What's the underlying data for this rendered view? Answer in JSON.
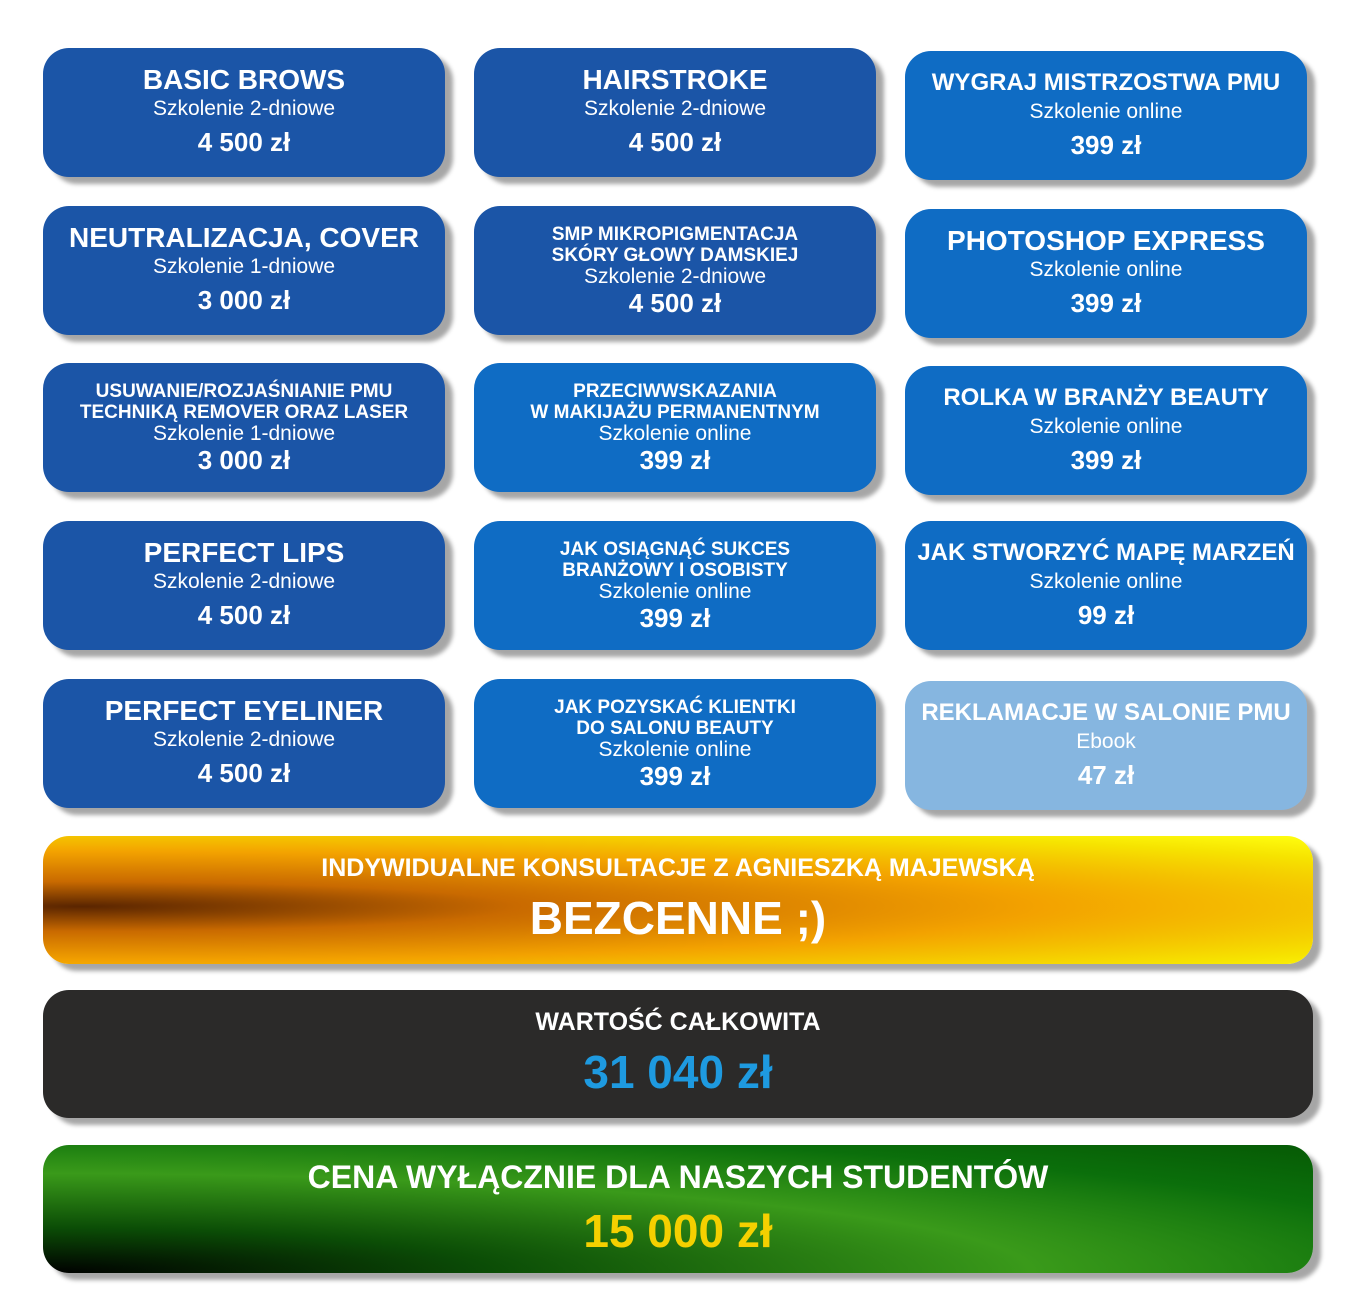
{
  "cards": [
    {
      "title": "BASIC BROWS",
      "subtitle": "Szkolenie 2-dniowe",
      "price": "4 500 zł"
    },
    {
      "title": "HAIRSTROKE",
      "subtitle": "Szkolenie 2-dniowe",
      "price": "4 500 zł"
    },
    {
      "title": "WYGRAJ MISTRZOSTWA PMU",
      "subtitle": "Szkolenie online",
      "price": "399 zł"
    },
    {
      "title": "NEUTRALIZACJA, COVER",
      "subtitle": "Szkolenie 1-dniowe",
      "price": "3 000 zł"
    },
    {
      "title": "SMP MIKROPIGMENTACJA",
      "title2": "SKÓRY GŁOWY DAMSKIEJ",
      "subtitle": "Szkolenie 2-dniowe",
      "price": "4 500 zł"
    },
    {
      "title": "PHOTOSHOP EXPRESS",
      "subtitle": "Szkolenie online",
      "price": "399 zł"
    },
    {
      "title": "USUWANIE/ROZJAŚNIANIE PMU",
      "title2": "TECHNIKĄ REMOVER ORAZ LASER",
      "subtitle": "Szkolenie 1-dniowe",
      "price": "3 000 zł"
    },
    {
      "title": "PRZECIWWSKAZANIA",
      "title2": "W MAKIJAŻU PERMANENTNYM",
      "subtitle": "Szkolenie online",
      "price": "399 zł"
    },
    {
      "title": "ROLKA W BRANŻY BEAUTY",
      "subtitle": "Szkolenie online",
      "price": "399 zł"
    },
    {
      "title": "PERFECT LIPS",
      "subtitle": "Szkolenie 2-dniowe",
      "price": "4 500 zł"
    },
    {
      "title": "JAK OSIĄGNĄĆ SUKCES",
      "title2": "BRANŻOWY I OSOBISTY",
      "subtitle": "Szkolenie online",
      "price": "399 zł"
    },
    {
      "title": "JAK STWORZYĆ MAPĘ MARZEŃ",
      "subtitle": "Szkolenie online",
      "price": "99 zł"
    },
    {
      "title": "PERFECT EYELINER",
      "subtitle": "Szkolenie 2-dniowe",
      "price": "4 500 zł"
    },
    {
      "title": "JAK POZYSKAĆ KLIENTKI",
      "title2": "DO SALONU BEAUTY",
      "subtitle": "Szkolenie online",
      "price": "399 zł"
    },
    {
      "title": "REKLAMACJE W SALONIE PMU",
      "subtitle": "Ebook",
      "price": "47 zł"
    }
  ],
  "consultation": {
    "title": "INDYWIDUALNE KONSULTACJE Z AGNIESZKĄ MAJEWSKĄ",
    "value": "BEZCENNE ;)"
  },
  "total": {
    "title": "WARTOŚĆ CAŁKOWITA",
    "value": "31 040 zł",
    "color": "#1e9ae0"
  },
  "student": {
    "title": "CENA WYŁĄCZNIE DLA NASZYCH STUDENTÓW",
    "value": "15 000 zł",
    "color": "#f5d000"
  }
}
